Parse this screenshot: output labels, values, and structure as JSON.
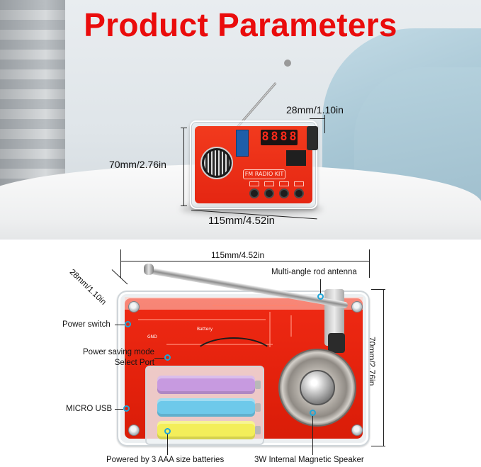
{
  "title": "Product Parameters",
  "top_dimensions": {
    "depth": "28mm/1.10in",
    "height": "70mm/2.76in",
    "width": "115mm/4.52in"
  },
  "small_radio": {
    "display_digits": [
      "8",
      "8",
      "8",
      "8"
    ],
    "board_label": "FM RADIO KIT"
  },
  "bottom_dimensions": {
    "width": "115mm/4.52in",
    "depth": "28mm/1.10in",
    "height": "70mm/2.76in"
  },
  "callouts": {
    "antenna": "Multi-angle rod antenna",
    "power_switch": "Power switch",
    "power_saving": "Power saving mode Select Port",
    "micro_usb": "MICRO USB",
    "batteries": "Powered by 3 AAA size batteries",
    "speaker": "3W Internal Magnetic Speaker"
  },
  "colors": {
    "title_red": "#ea0c0c",
    "pcb_red": "#e52612",
    "callout_dot": "#1fa6d8",
    "battery_colors": [
      "#c79ae0",
      "#6ec9ea",
      "#f3ee5a"
    ]
  },
  "pcb_text": {
    "battery": "Battery",
    "gnd": "GND"
  }
}
